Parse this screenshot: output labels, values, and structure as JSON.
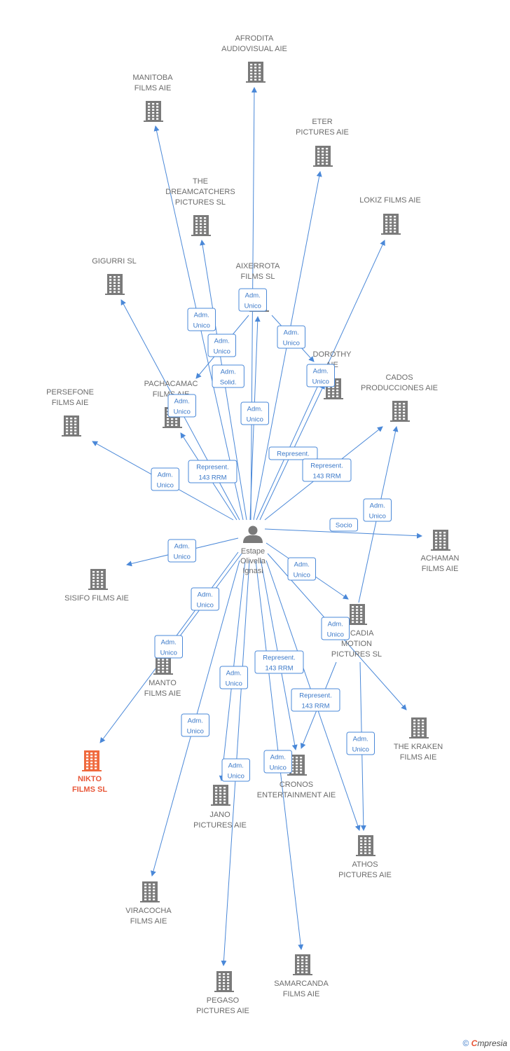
{
  "colors": {
    "edge": "#4a88d8",
    "building": "#7a7a7a",
    "highlight": "#f06a3e",
    "person": "#7a7a7a"
  },
  "person": {
    "lines": [
      "Estape",
      "Olivella",
      "Ignasi"
    ],
    "icon": "person-icon"
  },
  "companies": [
    {
      "id": "afrodita",
      "lines": [
        "AFRODITA",
        "AUDIOVISUAL AIE"
      ]
    },
    {
      "id": "manitoba",
      "lines": [
        "MANITOBA",
        "FILMS AIE"
      ]
    },
    {
      "id": "eter",
      "lines": [
        "ETER",
        "PICTURES AIE"
      ]
    },
    {
      "id": "dreamcatchers",
      "lines": [
        "THE",
        "DREAMCATCHERS",
        "PICTURES SL"
      ]
    },
    {
      "id": "lokiz",
      "lines": [
        "LOKIZ FILMS AIE"
      ]
    },
    {
      "id": "gigurri",
      "lines": [
        "GIGURRI  SL"
      ]
    },
    {
      "id": "aixerrota",
      "lines": [
        "AIXERROTA",
        "FILMS  SL"
      ]
    },
    {
      "id": "dorothy",
      "lines": [
        "DOROTHY",
        "AIE"
      ]
    },
    {
      "id": "cados",
      "lines": [
        "CADOS",
        "PRODUCCIONES AIE"
      ]
    },
    {
      "id": "persefone",
      "lines": [
        "PERSEFONE",
        "FILMS AIE"
      ]
    },
    {
      "id": "pachacamac",
      "lines": [
        "PACHACAMAC",
        "FILMS AIE"
      ]
    },
    {
      "id": "achaman",
      "lines": [
        "ACHAMAN",
        "FILMS AIE"
      ]
    },
    {
      "id": "sisifo",
      "lines": [
        "SISIFO FILMS AIE"
      ]
    },
    {
      "id": "arcadia",
      "lines": [
        "ARCADIA",
        "MOTION",
        "PICTURES SL"
      ]
    },
    {
      "id": "manto",
      "lines": [
        "MANTO",
        "FILMS AIE"
      ]
    },
    {
      "id": "kraken",
      "lines": [
        "THE KRAKEN",
        "FILMS AIE"
      ]
    },
    {
      "id": "nikto",
      "lines": [
        "NIKTO",
        "FILMS  SL"
      ],
      "highlight": true
    },
    {
      "id": "cronos",
      "lines": [
        "CRONOS",
        "ENTERTAINMENT AIE"
      ]
    },
    {
      "id": "jano",
      "lines": [
        "JANO",
        "PICTURES AIE"
      ]
    },
    {
      "id": "athos",
      "lines": [
        "ATHOS",
        "PICTURES  AIE"
      ]
    },
    {
      "id": "viracocha",
      "lines": [
        "VIRACOCHA",
        "FILMS AIE"
      ]
    },
    {
      "id": "samarcanda",
      "lines": [
        "SAMARCANDA",
        "FILMS AIE"
      ]
    },
    {
      "id": "pegaso",
      "lines": [
        "PEGASO",
        "PICTURES AIE"
      ]
    }
  ],
  "edge_labels": [
    {
      "id": "l-manitoba",
      "lines": [
        "Adm.",
        "Unico"
      ]
    },
    {
      "id": "l-aixerrota",
      "lines": [
        "Adm.",
        "Unico"
      ]
    },
    {
      "id": "l-eter",
      "lines": [
        "Adm.",
        "Unico"
      ]
    },
    {
      "id": "l-dream",
      "lines": [
        "Adm.",
        "Unico"
      ]
    },
    {
      "id": "l-solid",
      "lines": [
        "Adm.",
        "Solid."
      ]
    },
    {
      "id": "l-dorothy",
      "lines": [
        "Adm.",
        "Unico"
      ]
    },
    {
      "id": "l-pacha",
      "lines": [
        "Adm.",
        "Unico"
      ]
    },
    {
      "id": "l-afro",
      "lines": [
        "Adm.",
        "Unico"
      ]
    },
    {
      "id": "l-rep-dor",
      "lines": [
        "Represent."
      ]
    },
    {
      "id": "l-rep-pacha",
      "lines": [
        "Represent.",
        "143 RRM"
      ]
    },
    {
      "id": "l-rep-cados",
      "lines": [
        "Represent.",
        "143 RRM"
      ]
    },
    {
      "id": "l-persefone",
      "lines": [
        "Adm.",
        "Unico"
      ]
    },
    {
      "id": "l-cados",
      "lines": [
        "Adm.",
        "Unico"
      ]
    },
    {
      "id": "l-socio",
      "lines": [
        "Socio"
      ]
    },
    {
      "id": "l-sisifo",
      "lines": [
        "Adm.",
        "Unico"
      ]
    },
    {
      "id": "l-arcadia",
      "lines": [
        "Adm.",
        "Unico"
      ]
    },
    {
      "id": "l-nikto",
      "lines": [
        "Adm.",
        "Unico"
      ]
    },
    {
      "id": "l-arc2",
      "lines": [
        "Adm.",
        "Unico"
      ]
    },
    {
      "id": "l-manto",
      "lines": [
        "Adm.",
        "Unico"
      ]
    },
    {
      "id": "l-rep-cronos",
      "lines": [
        "Represent.",
        "143 RRM"
      ]
    },
    {
      "id": "l-jano",
      "lines": [
        "Adm.",
        "Unico"
      ]
    },
    {
      "id": "l-rep-athos",
      "lines": [
        "Represent.",
        "143 RRM"
      ]
    },
    {
      "id": "l-viracocha",
      "lines": [
        "Adm.",
        "Unico"
      ]
    },
    {
      "id": "l-athos",
      "lines": [
        "Adm.",
        "Unico"
      ]
    },
    {
      "id": "l-pegaso",
      "lines": [
        "Adm.",
        "Unico"
      ]
    },
    {
      "id": "l-cronos",
      "lines": [
        "Adm.",
        "Unico"
      ]
    }
  ],
  "footer": {
    "copyright": "©",
    "brand_first": "C",
    "brand_rest": "mpresia"
  }
}
